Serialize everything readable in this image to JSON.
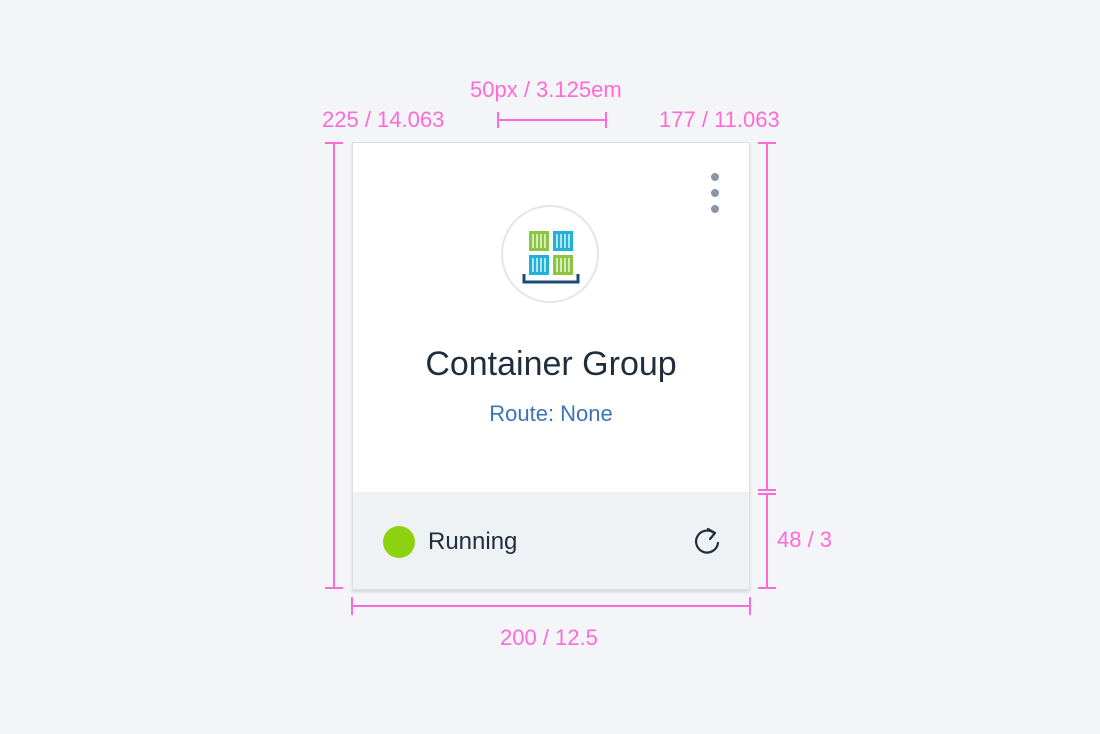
{
  "annotations": {
    "top_width": "50px / 3.125em",
    "card_height_left": "225 / 14.063",
    "body_height_right": "177 / 11.063",
    "footer_height": "48 / 3",
    "card_width": "200 / 12.5"
  },
  "card": {
    "title": "Container Group",
    "subtitle": "Route: None",
    "menu_icon": "overflow-menu-icon",
    "app_icon": "container-group-icon",
    "footer": {
      "status_label": "Running",
      "status_icon": "status-dot",
      "action_icon": "refresh-icon"
    }
  },
  "colors": {
    "annotation": "#ff6ad5",
    "status_running": "#8cd211",
    "container_green": "#8cc63f",
    "container_blue": "#1fb2d6",
    "tray": "#1b4a78",
    "subtitle": "#3e74b6"
  }
}
